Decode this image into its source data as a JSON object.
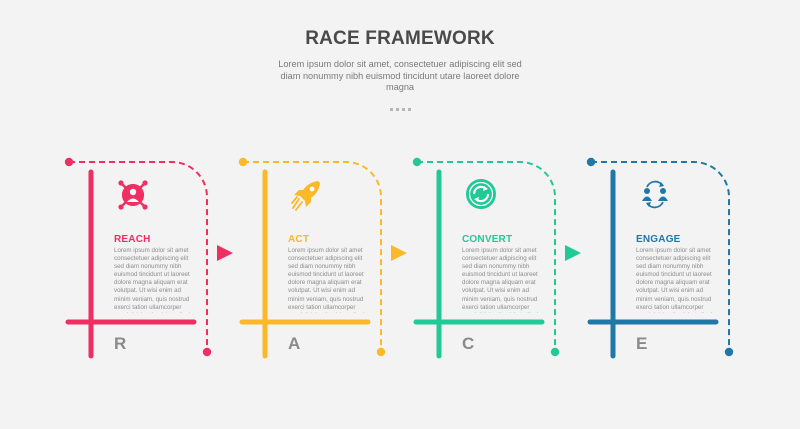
{
  "header": {
    "title": "RACE FRAMEWORK",
    "subtitle": "Lorem ipsum dolor sit amet, consectetuer adipiscing elit sed diam nonummy nibh euismod tincidunt utare laoreet dolore magna"
  },
  "steps": [
    {
      "label": "REACH",
      "letter": "R",
      "color": "#ef2e62",
      "icon": "bomb-icon",
      "description": "Lorem ipsum dolor sit amet consectetuer adipiscing elit sed diam nonummy nibh euismod tincidunt ut laoreet dolore magna aliquam erat volutpat. Ut wisi enim ad minim veniam, quis nostrud exerci tation ullamcorper suscipit lobortis nisl ut aliquip ex ea commodo consequat. Duis autem vel eum iriure dolor in hendrerit in vulputate velit esse molestie consequat, vel illum dolore eu feugiat nulla facilisis at vero eros et accumsan et iusto odio dignissim qui blandit praesent luptatum zzril delenit augue duis dolore te feugait nulla facilisi."
    },
    {
      "label": "ACT",
      "letter": "A",
      "color": "#fbb828",
      "icon": "rocket-icon",
      "description": "Lorem ipsum dolor sit amet consectetuer adipiscing elit sed diam nonummy nibh euismod tincidunt ut laoreet dolore magna aliquam erat volutpat. Ut wisi enim ad minim veniam, quis nostrud exerci tation ullamcorper suscipit lobortis nisl ut aliquip ex ea commodo consequat. Duis autem vel eum iriure dolor in hendrerit in vulputate velit esse molestie consequat, vel illum dolore eu feugiat nulla facilisis at vero eros et accumsan et iusto odio dignissim qui blandit praesent luptatum zzril delenit augue duis dolore te feugait nulla facilisi."
    },
    {
      "label": "CONVERT",
      "letter": "C",
      "color": "#21c997",
      "icon": "refresh-cycle-icon",
      "description": "Lorem ipsum dolor sit amet consectetuer adipiscing elit sed diam nonummy nibh euismod tincidunt ut laoreet dolore magna aliquam erat volutpat. Ut wisi enim ad minim veniam, quis nostrud exerci tation ullamcorper suscipit lobortis nisl ut aliquip ex ea commodo consequat. Duis autem vel eum iriure dolor in hendrerit in vulputate velit esse molestie consequat, vel illum dolore eu feugiat nulla facilisis at vero eros et accumsan et iusto odio dignissim qui blandit praesent luptatum zzril delenit augue duis dolore te feugait nulla facilisi."
    },
    {
      "label": "ENGAGE",
      "letter": "E",
      "color": "#1f78a6",
      "icon": "people-exchange-icon",
      "description": "Lorem ipsum dolor sit amet consectetuer adipiscing elit sed diam nonummy nibh euismod tincidunt ut laoreet dolore magna aliquam erat volutpat. Ut wisi enim ad minim veniam, quis nostrud exerci tation ullamcorper suscipit lobortis nisl ut aliquip ex ea commodo consequat. Duis autem vel eum iriure dolor in hendrerit in vulputate velit esse molestie consequat, vel illum dolore eu feugiat nulla facilisis at vero eros et accumsan et iusto odio dignissim qui blandit praesent luptatum zzril delenit augue duis dolore te feugait nulla facilisi."
    }
  ]
}
